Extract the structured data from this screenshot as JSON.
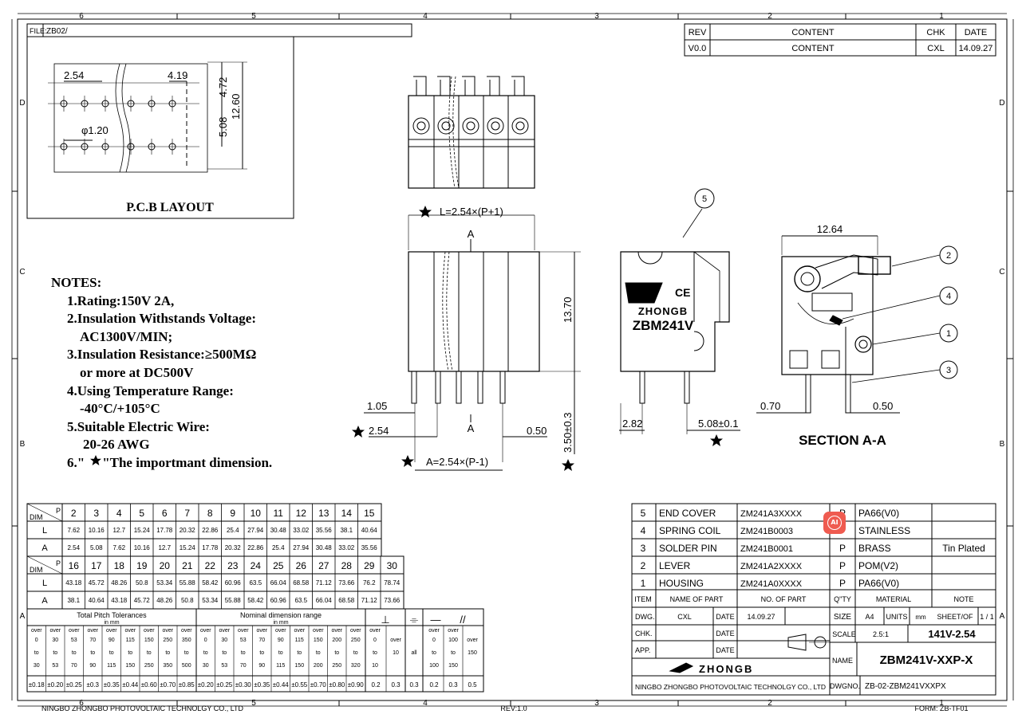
{
  "border": {
    "cols_top": [
      "6",
      "5",
      "4",
      "3",
      "2",
      "1"
    ],
    "cols_bottom": [
      "6",
      "5",
      "4",
      "3",
      "2",
      "1"
    ],
    "rows_left": [
      "D",
      "C",
      "B",
      "A"
    ],
    "rows_right": [
      "D",
      "C",
      "B",
      "A"
    ]
  },
  "file_label": "FILE:",
  "file_value": "ZB02/",
  "revision_table": {
    "headers": [
      "REV",
      "CONTENT",
      "CHK",
      "DATE"
    ],
    "row": [
      "V0.0",
      "CONTENT",
      "CXL",
      "14.09.27"
    ]
  },
  "pcb": {
    "title": "P.C.B LAYOUT",
    "dims": [
      "2.54",
      "4.19",
      "4.72",
      "12.60",
      "5.08",
      "φ1.20"
    ]
  },
  "front_view": {
    "top_dim": "L=2.54×(P+1)",
    "section_letter_top": "A",
    "section_letter_bottom": "A",
    "height_dim": "13.70",
    "pin_dim": "3.50±0.3",
    "dim_105": "1.05",
    "dim_254": "2.54",
    "dim_050": "0.50",
    "bottom_dim": "A=2.54×(P-1)"
  },
  "side_view": {
    "balloon": "5",
    "brand": "ZHONGB",
    "model": "ZBM241V",
    "ce": "CE",
    "dim_282": "2.82",
    "dim_508": "5.08±0.1"
  },
  "section": {
    "title": "SECTION  A-A",
    "top_dim": "12.64",
    "dim_070": "0.70",
    "dim_050": "0.50",
    "balloons": [
      "2",
      "4",
      "1",
      "3"
    ]
  },
  "notes": {
    "title": "NOTES:",
    "lines": [
      "1.Rating:150V 2A,",
      "2.Insulation Withstands Voltage:",
      "AC1300V/MIN;",
      "3.Insulation Resistance:≥500MΩ",
      "or more at DC500V",
      "4.Using Temperature Range:",
      "-40°C/+105°C",
      "5.Suitable Electric Wire:",
      "20-26  AWG",
      "6.\"",
      "\"The importmant dimension."
    ]
  },
  "dim_table": {
    "corner_p": "P",
    "corner_dim": "DIM",
    "row1_p": [
      "2",
      "3",
      "4",
      "5",
      "6",
      "7",
      "8",
      "9",
      "10",
      "11",
      "12",
      "13",
      "14",
      "15"
    ],
    "row1_l": [
      "7.62",
      "10.16",
      "12.7",
      "15.24",
      "17.78",
      "20.32",
      "22.86",
      "25.4",
      "27.94",
      "30.48",
      "33.02",
      "35.56",
      "38.1",
      "40.64"
    ],
    "row1_a": [
      "2.54",
      "5.08",
      "7.62",
      "10.16",
      "12.7",
      "15.24",
      "17.78",
      "20.32",
      "22.86",
      "25.4",
      "27.94",
      "30.48",
      "33.02",
      "35.56"
    ],
    "row2_p": [
      "16",
      "17",
      "18",
      "19",
      "20",
      "21",
      "22",
      "23",
      "24",
      "25",
      "26",
      "27",
      "28",
      "29",
      "30"
    ],
    "row2_l": [
      "43.18",
      "45.72",
      "48.26",
      "50.8",
      "53.34",
      "55.88",
      "58.42",
      "60.96",
      "63.5",
      "66.04",
      "68.58",
      "71.12",
      "73.66",
      "76.2",
      "78.74"
    ],
    "row2_a": [
      "38.1",
      "40.64",
      "43.18",
      "45.72",
      "48.26",
      "50.8",
      "53.34",
      "55.88",
      "58.42",
      "60.96",
      "63.5",
      "66.04",
      "68.58",
      "71.12",
      "73.66"
    ],
    "label_l": "L",
    "label_a": "A"
  },
  "tolerance": {
    "total_title": "Total Pitch Tolerances",
    "nominal_title": "Nominal dimension range",
    "unit": "in mm",
    "w_over": "over",
    "w_to": "to",
    "w_all": "all",
    "total_from": [
      "0",
      "30",
      "53",
      "70",
      "90",
      "115",
      "150",
      "250",
      "350"
    ],
    "total_to": [
      "30",
      "53",
      "70",
      "90",
      "115",
      "150",
      "250",
      "350",
      "500"
    ],
    "total_tol": [
      "±0.18",
      "±0.20",
      "±0.25",
      "±0.3",
      "±0.35",
      "±0.44",
      "±0.60",
      "±0.70",
      "±0.85"
    ],
    "nom_from": [
      "0",
      "30",
      "53",
      "70",
      "90",
      "115",
      "150",
      "200",
      "250"
    ],
    "nom_to": [
      "30",
      "53",
      "70",
      "90",
      "115",
      "150",
      "200",
      "250",
      "320"
    ],
    "nom_tol": [
      "±0.20",
      "±0.25",
      "±0.30",
      "±0.35",
      "±0.44",
      "±0.55",
      "±0.70",
      "±0.80",
      "±0.90"
    ],
    "perp_from": "0",
    "perp_to": "10",
    "extra_from": [
      "0",
      "100"
    ],
    "extra_to": [
      "100",
      "150"
    ],
    "last_to": "150",
    "geo_tol": [
      "0.2",
      "0.3",
      "0.3",
      "0.2",
      "0.3",
      "0.5"
    ],
    "symbols": [
      "⊥",
      "⌯",
      "—",
      "//"
    ]
  },
  "bom": {
    "rows": [
      [
        "5",
        "END COVER",
        "ZM241A3XXXX",
        "P",
        "PA66(V0)",
        ""
      ],
      [
        "4",
        "SPRING COIL",
        "ZM241B0003",
        "",
        "STAINLESS",
        ""
      ],
      [
        "3",
        "SOLDER PIN",
        "ZM241B0001",
        "P",
        "BRASS",
        "Tin Plated"
      ],
      [
        "2",
        "LEVER",
        "ZM241A2XXXX",
        "P",
        "POM(V2)",
        ""
      ],
      [
        "1",
        "HOUSING",
        "ZM241A0XXXX",
        "P",
        "PA66(V0)",
        ""
      ]
    ],
    "headers": [
      "ITEM",
      "NAME OF PART",
      "NO. OF PART",
      "Q\"TY",
      "MATERIAL",
      "NOTE"
    ]
  },
  "title_block": {
    "dwg": "DWG.",
    "dwg_by": "CXL",
    "date_label": "DATE",
    "date": "14.09.27",
    "chk": "CHK.",
    "app": "APP.",
    "size_label": "SIZE",
    "size": "A4",
    "units_label": "UNITS",
    "units": "mm",
    "sheet_label": "SHEET/OF",
    "sheet": "1 / 1",
    "scale_label": "SCALE",
    "scale": "2.5:1",
    "series": "141V-2.54",
    "name_label": "NAME",
    "name": "ZBM241V-XXP-X",
    "brand": "ZHONGB",
    "company": "NINGBO ZHONGBO PHOTOVOLTAIC TECHNOLGY CO., LTD",
    "dwgno_label": "DWGNO.",
    "dwgno": "ZB-02-ZBM241VXXPX"
  },
  "footer": {
    "company": "NINGBO ZHONGBO PHOTOVOLTAIC TECHNOLGY CO., LTD",
    "rev": "REV:1.0",
    "form": "FORM: ZB-TF01"
  },
  "ai_badge": "AI"
}
